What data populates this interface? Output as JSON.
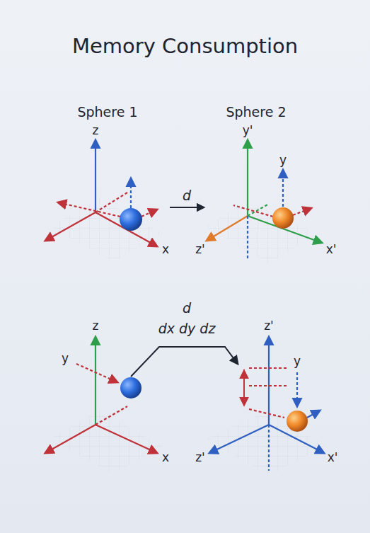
{
  "diagram": {
    "title": "Memory Consumption",
    "labels": [
      "Sphere 1",
      "Sphere 2",
      "z",
      "y'",
      "y",
      "d",
      "x",
      "z'",
      "x'",
      "d",
      "dx dy dz",
      "z",
      "z'",
      "y",
      "y",
      "x",
      "z'",
      "x'"
    ]
  }
}
